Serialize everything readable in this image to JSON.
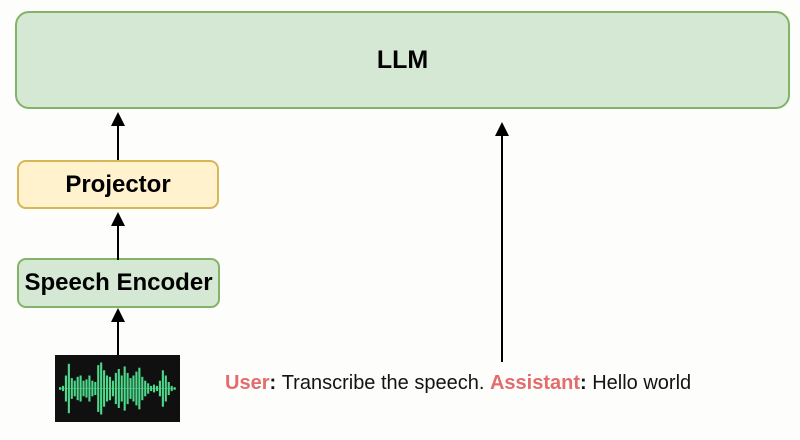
{
  "diagram": {
    "llm": {
      "label": "LLM"
    },
    "projector": {
      "label": "Projector"
    },
    "speech_encoder": {
      "label": "Speech Encoder"
    }
  },
  "conversation": {
    "segments": [
      {
        "text": "User",
        "style": "speaker"
      },
      {
        "text": ": ",
        "style": "bold"
      },
      {
        "text": "Transcribe the speech. ",
        "style": "normal"
      },
      {
        "text": "Assistant",
        "style": "speaker"
      },
      {
        "text": ": ",
        "style": "bold"
      },
      {
        "text": "Hello world",
        "style": "normal"
      }
    ]
  },
  "waveform": {
    "amplitudes": [
      0.05,
      0.1,
      0.5,
      0.95,
      0.4,
      0.3,
      0.45,
      0.5,
      0.3,
      0.35,
      0.5,
      0.3,
      0.25,
      0.9,
      1.0,
      0.7,
      0.5,
      0.45,
      0.3,
      0.6,
      0.75,
      0.5,
      0.85,
      0.6,
      0.4,
      0.5,
      0.65,
      0.8,
      0.45,
      0.3,
      0.2,
      0.1,
      0.15,
      0.1,
      0.3,
      0.7,
      0.5,
      0.25,
      0.1,
      0.05
    ]
  },
  "colors": {
    "background": "#fdfdfc",
    "box_green_fill": "#d5e8d4",
    "box_green_border": "#82b366",
    "box_yellow_fill": "#fff2cc",
    "box_yellow_border": "#d6b656",
    "speaker_text": "#e36c6c",
    "body_text": "#131313",
    "arrow": "#000000",
    "waveform_green": "#4ed98a",
    "waveform_bg": "#101010"
  }
}
